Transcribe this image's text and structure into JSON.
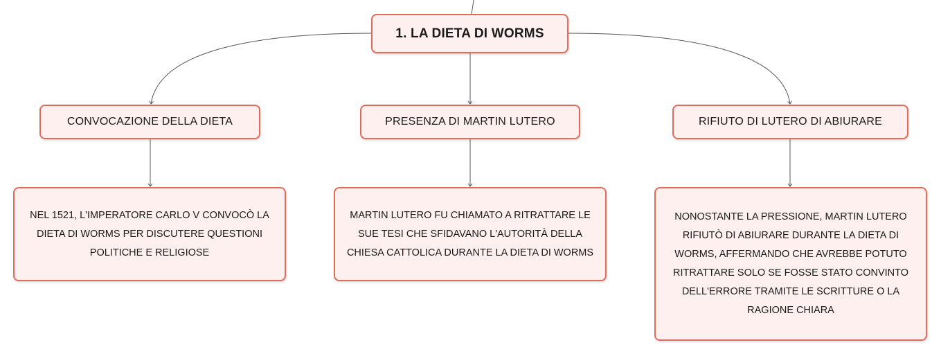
{
  "root": {
    "label": "1. LA DIETA DI WORMS"
  },
  "topics": [
    {
      "label": "CONVOCAZIONE DELLA DIETA",
      "detail": "NEL 1521, L'IMPERATORE CARLO V CONVOCÒ LA DIETA DI WORMS PER DISCUTERE QUESTIONI POLITICHE E RELIGIOSE"
    },
    {
      "label": "PRESENZA DI MARTIN LUTERO",
      "detail": "MARTIN LUTERO FU CHIAMATO A RITRATTARE LE SUE TESI CHE SFIDAVANO L'AUTORITÀ DELLA CHIESA CATTOLICA DURANTE LA DIETA DI WORMS"
    },
    {
      "label": "RIFIUTO DI LUTERO DI ABIURARE",
      "detail": "NONOSTANTE LA PRESSIONE, MARTIN LUTERO RIFIUTÒ DI ABIURARE DURANTE LA DIETA DI WORMS, AFFERMANDO CHE AVREBBE POTUTO RITRATTARE SOLO SE FOSSE STATO CONVINTO DELL'ERRORE TRAMITE LE SCRITTURE O LA RAGIONE CHIARA"
    }
  ],
  "colors": {
    "node_border": "#e46a5a",
    "node_fill": "#fdf0ee",
    "connector": "#555555"
  }
}
